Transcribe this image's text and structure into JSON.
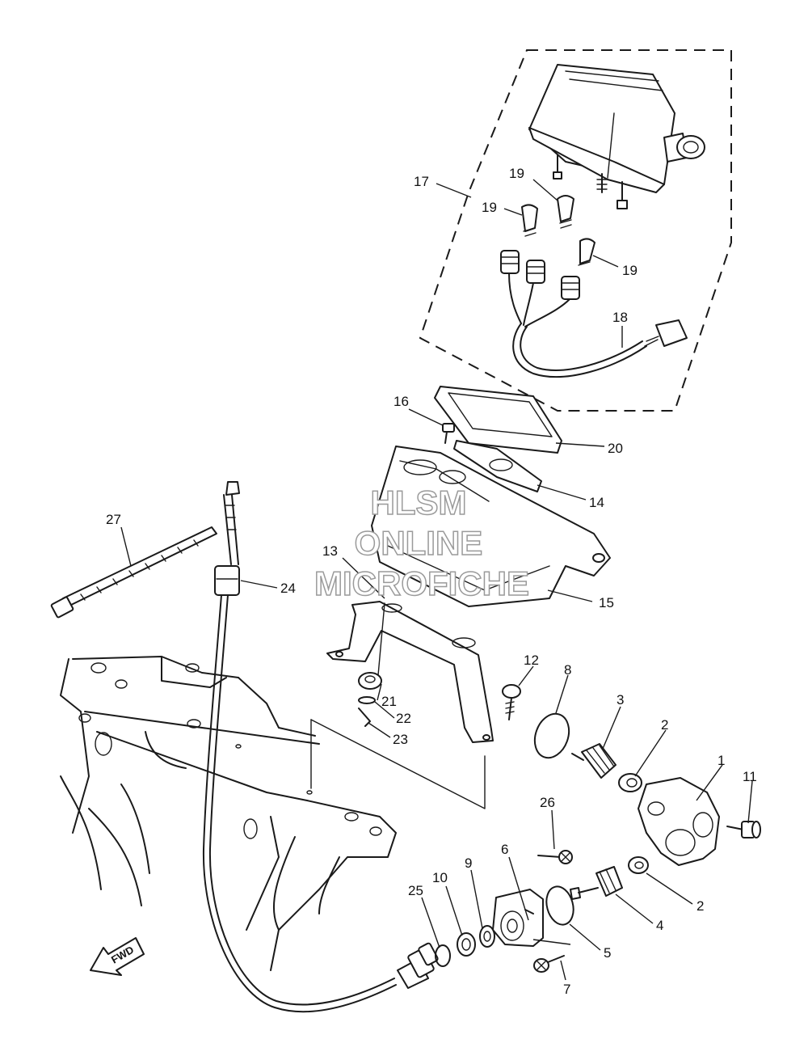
{
  "watermark": {
    "line1": "HLSM",
    "line2": "ONLINE",
    "line3": "MICROFICHE"
  },
  "direction_label": "FWD",
  "callouts": [
    {
      "id": "c17",
      "label": "17"
    },
    {
      "id": "c19a",
      "label": "19"
    },
    {
      "id": "c19b",
      "label": "19"
    },
    {
      "id": "c19c",
      "label": "19"
    },
    {
      "id": "c18",
      "label": "18"
    },
    {
      "id": "c16",
      "label": "16"
    },
    {
      "id": "c20",
      "label": "20"
    },
    {
      "id": "c14",
      "label": "14"
    },
    {
      "id": "c27",
      "label": "27"
    },
    {
      "id": "c24",
      "label": "24"
    },
    {
      "id": "c13",
      "label": "13"
    },
    {
      "id": "c15",
      "label": "15"
    },
    {
      "id": "c12",
      "label": "12"
    },
    {
      "id": "c8",
      "label": "8"
    },
    {
      "id": "c3",
      "label": "3"
    },
    {
      "id": "c2a",
      "label": "2"
    },
    {
      "id": "c1",
      "label": "1"
    },
    {
      "id": "c11",
      "label": "11"
    },
    {
      "id": "c21",
      "label": "21"
    },
    {
      "id": "c22",
      "label": "22"
    },
    {
      "id": "c23",
      "label": "23"
    },
    {
      "id": "c26",
      "label": "26"
    },
    {
      "id": "c6",
      "label": "6"
    },
    {
      "id": "c9",
      "label": "9"
    },
    {
      "id": "c10",
      "label": "10"
    },
    {
      "id": "c25",
      "label": "25"
    },
    {
      "id": "c2b",
      "label": "2"
    },
    {
      "id": "c4",
      "label": "4"
    },
    {
      "id": "c5",
      "label": "5"
    },
    {
      "id": "c7",
      "label": "7"
    }
  ]
}
